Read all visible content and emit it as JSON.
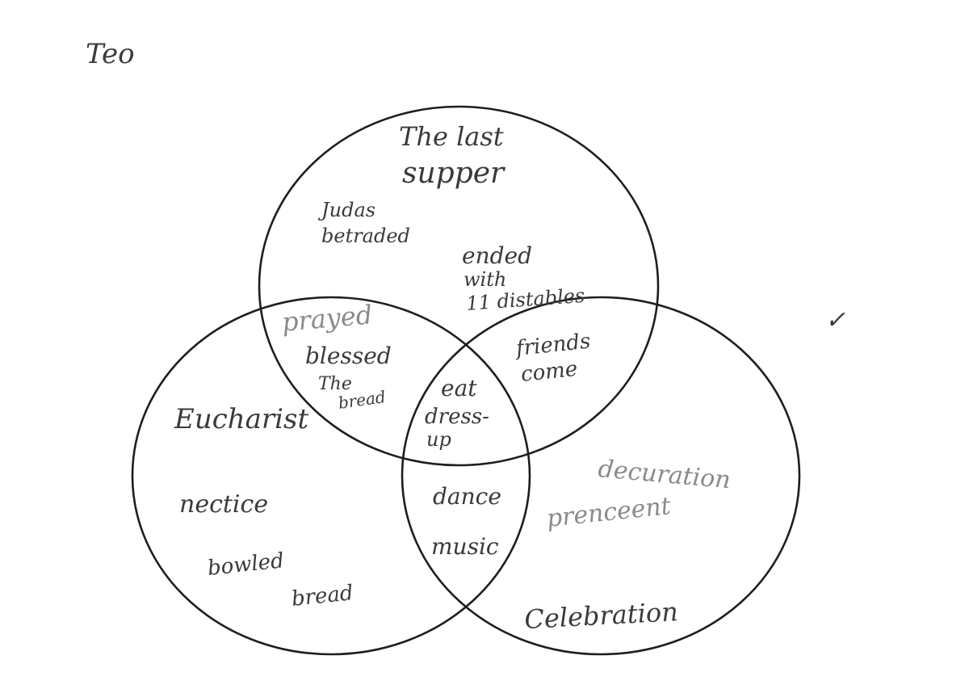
{
  "author": "Teo",
  "circles": {
    "top": {
      "title_line1": "The last",
      "title_line2": "supper",
      "notes": [
        {
          "line1": "Judas",
          "line2": "betraded"
        },
        {
          "line1": "ended",
          "line2": "with",
          "line3": "11 distables"
        }
      ]
    },
    "left": {
      "title": "Eucharist",
      "notes": [
        "nectice",
        "bowled",
        "bread"
      ]
    },
    "right": {
      "title": "Celebration",
      "notes": [
        "decuration",
        "prenceent"
      ]
    }
  },
  "overlaps": {
    "top_left": [
      "prayed",
      "blessed",
      "The",
      "bread"
    ],
    "top_right": [
      "friends",
      "come"
    ],
    "left_right": [
      "dance",
      "music"
    ],
    "all_three": [
      "eat",
      "dress-",
      "up"
    ]
  },
  "check_mark": "✓"
}
